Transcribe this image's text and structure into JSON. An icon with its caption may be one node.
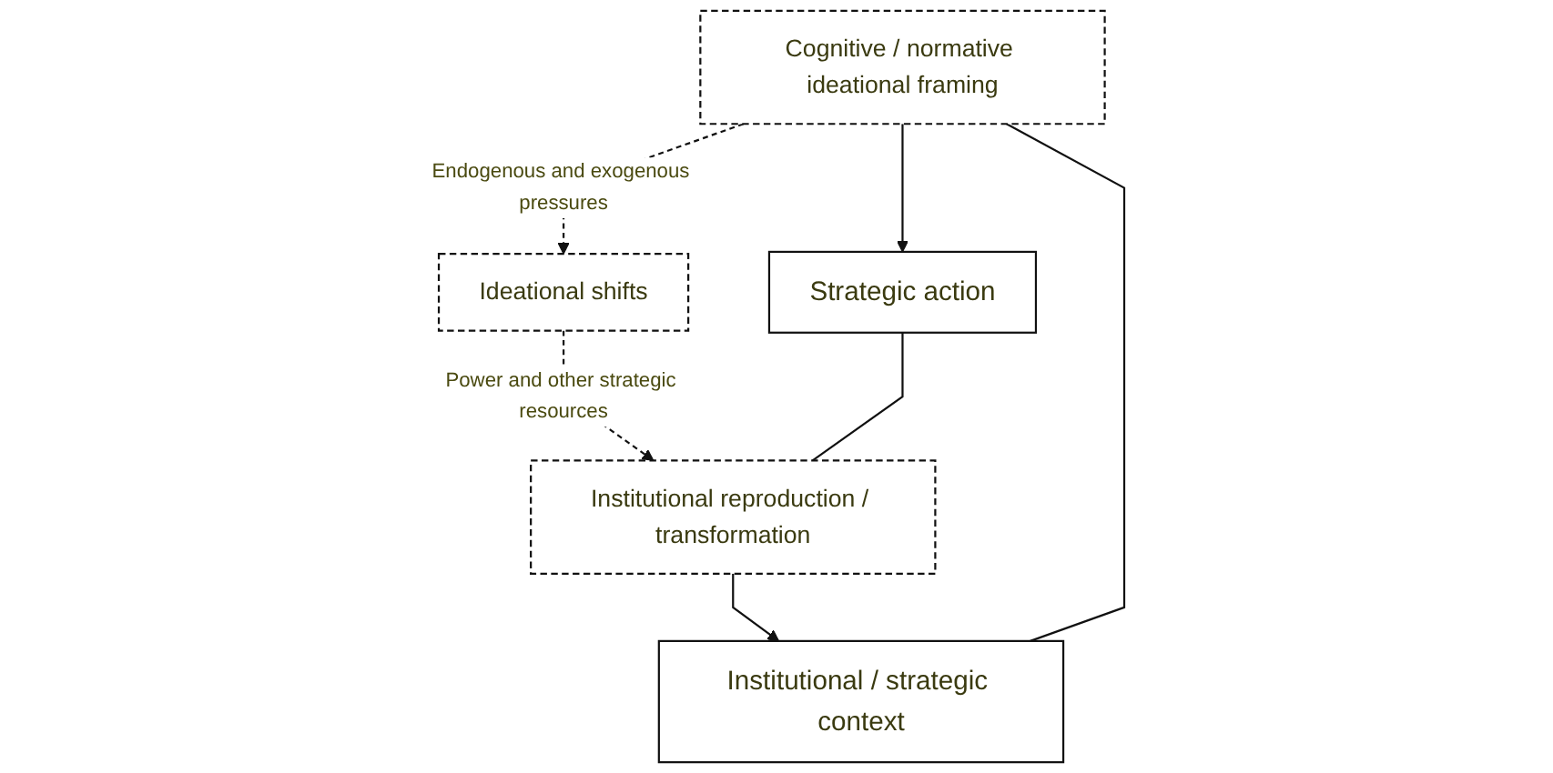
{
  "diagram": {
    "nodes": [
      {
        "text": [
          "Cognitive / normative ideational framing"
        ]
      },
      {
        "text": [
          "Institutional / strategic context"
        ]
      },
      {
        "text": [
          "Ideational shifts"
        ]
      },
      {
        "text": [
          "Strategic action"
        ]
      },
      {
        "text": [
          "Institutional reproduction / transformation"
        ]
      }
    ],
    "edges": [
      {
        "from": 1,
        "to": 0,
        "arrow": "none"
      },
      {
        "from": 0,
        "to": 3,
        "arrow": "to"
      },
      {
        "from": 0,
        "to": 2,
        "arrow": "to",
        "style": "dashed",
        "label": "Endogenous and exogenous pressures"
      },
      {
        "from": 2,
        "to": 4,
        "arrow": "to",
        "style": "dashed",
        "label": "Power and other strategic resources"
      },
      {
        "from": 3,
        "to": 4,
        "arrow": "none"
      },
      {
        "from": 4,
        "to": 1,
        "arrow": "to"
      }
    ]
  }
}
